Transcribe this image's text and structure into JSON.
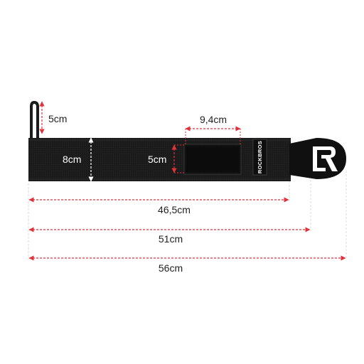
{
  "product": {
    "brand": "ROCKBROS",
    "logo_letters": "ER"
  },
  "measurements": {
    "loop": "5cm",
    "width": "8cm",
    "velcro_width": "9,4cm",
    "velcro_height": "5cm",
    "length_1": "46,5cm",
    "length_2": "51cm",
    "length_3": "56cm"
  },
  "colors": {
    "strap": "#1b1b1b",
    "dimension_line": "#e0323c",
    "guide_line": "#dcdcdc",
    "text": "#222222"
  }
}
